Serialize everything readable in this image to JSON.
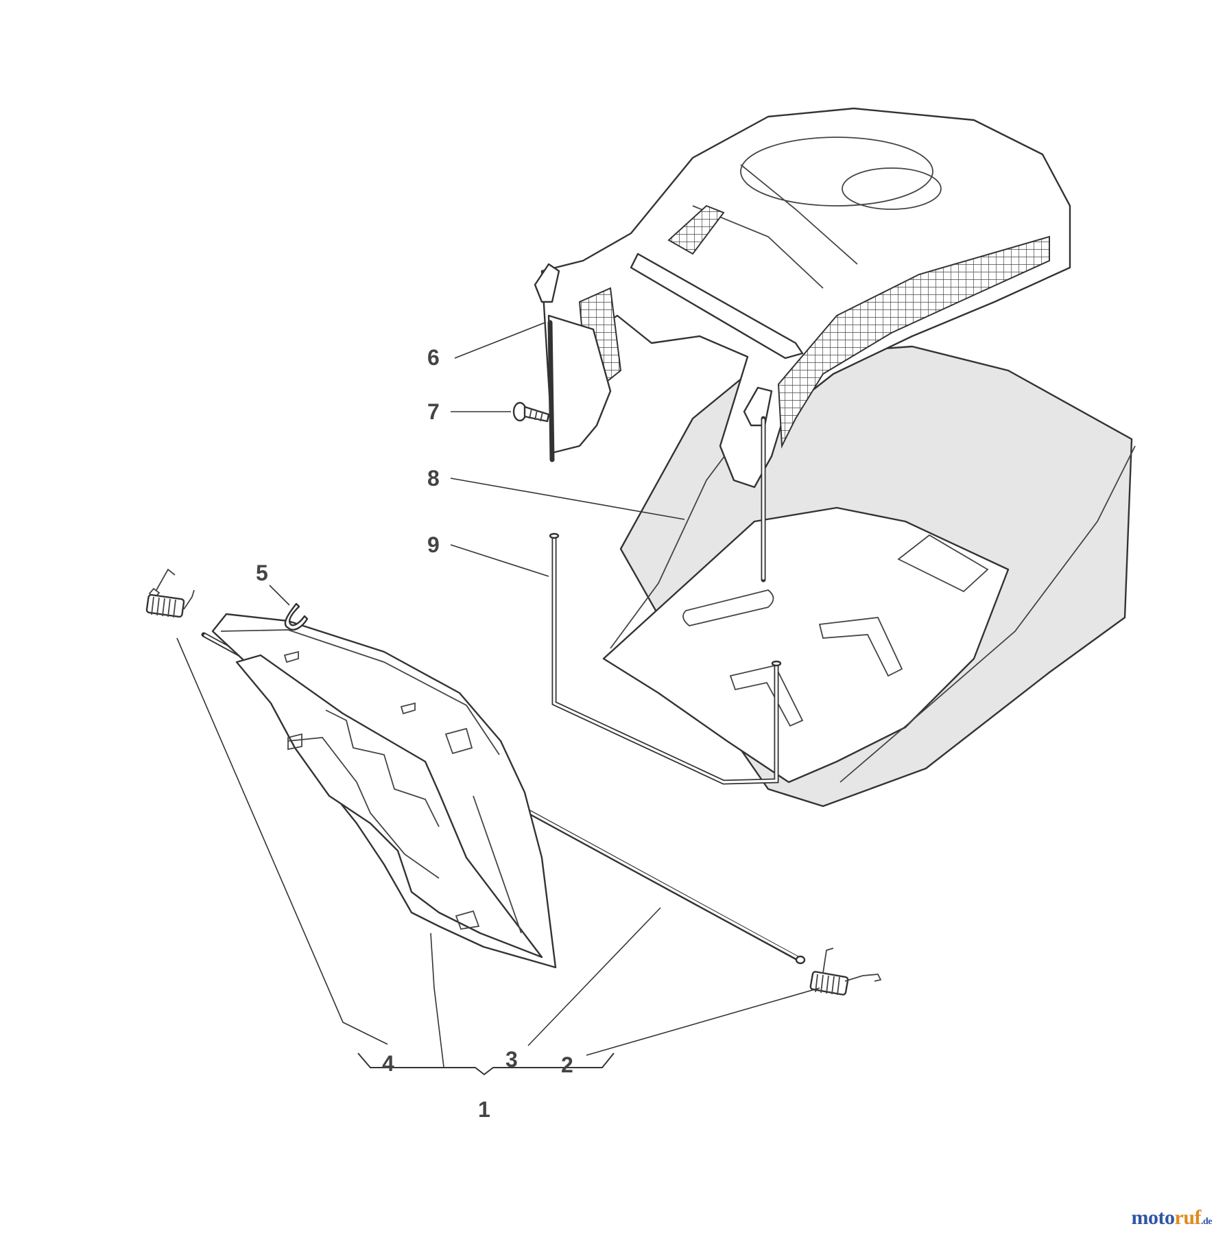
{
  "diagram": {
    "callouts": [
      {
        "id": "1",
        "label": "1"
      },
      {
        "id": "2",
        "label": "2"
      },
      {
        "id": "3",
        "label": "3"
      },
      {
        "id": "4",
        "label": "4"
      },
      {
        "id": "5",
        "label": "5"
      },
      {
        "id": "6",
        "label": "6"
      },
      {
        "id": "7",
        "label": "7"
      },
      {
        "id": "8",
        "label": "8"
      },
      {
        "id": "9",
        "label": "9"
      }
    ]
  },
  "brand": {
    "part1": "moto",
    "part2": "ruf",
    "tld": ".de",
    "color_primary": "#2f55a4",
    "color_accent": "#e08a1e"
  }
}
